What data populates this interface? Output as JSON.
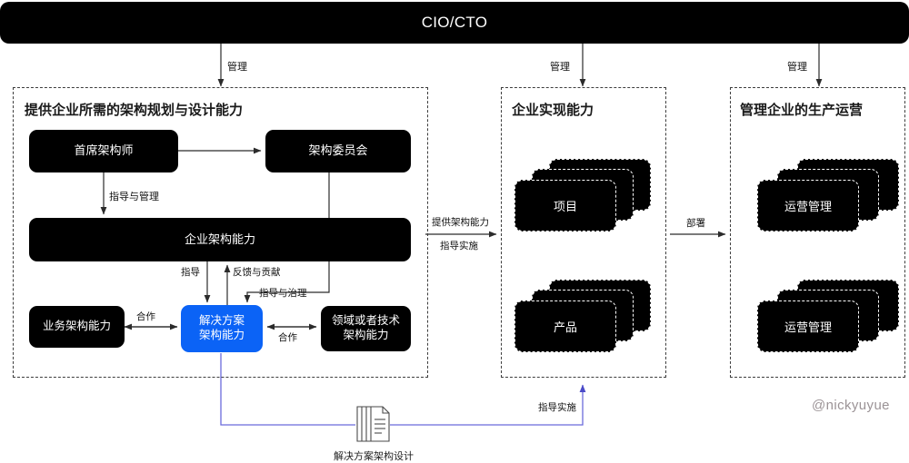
{
  "header": {
    "title": "CIO/CTO"
  },
  "top_edges": [
    {
      "label": "管理"
    },
    {
      "label": "管理"
    },
    {
      "label": "管理"
    }
  ],
  "panels": {
    "left": {
      "title": "提供企业所需的架构规划与设计能力",
      "nodes": {
        "chief_architect": "首席架构师",
        "architecture_committee": "架构委员会",
        "enterprise_architecture": "企业架构能力",
        "business_architecture": "业务架构能力",
        "solution_architecture": "解决方案\n架构能力",
        "solution_architecture_line1": "解决方案",
        "solution_architecture_line2": "架构能力",
        "domain_architecture_line1": "领域或者技术",
        "domain_architecture_line2": "架构能力"
      },
      "edges": {
        "guide_manage": "指导与管理",
        "guide": "指导",
        "feedback_contribute": "反馈与贡献",
        "guide_govern": "指导与治理",
        "cooperate_left": "合作",
        "cooperate_right": "合作"
      }
    },
    "middle": {
      "title": "企业实现能力",
      "stacks": [
        {
          "label": "项目"
        },
        {
          "label": "产品"
        }
      ]
    },
    "right": {
      "title": "管理企业的生产运营",
      "stacks": [
        {
          "label": "运营管理"
        },
        {
          "label": "运营管理"
        }
      ]
    }
  },
  "cross_edges": {
    "provide_capability": "提供架构能力",
    "guide_implementation": "指导实施",
    "deploy": "部署",
    "guide_implementation_bottom": "指导实施"
  },
  "artifact": {
    "caption": "解决方案架构设计",
    "icon": "documents-stack-icon"
  },
  "watermark": "@nickyuyue",
  "colors": {
    "node": "#000000",
    "accent_blue": "#0b63f6",
    "panel_border": "#3d3d3d",
    "blue_wire": "#6b6bdc",
    "watermark": "#9b9396"
  }
}
